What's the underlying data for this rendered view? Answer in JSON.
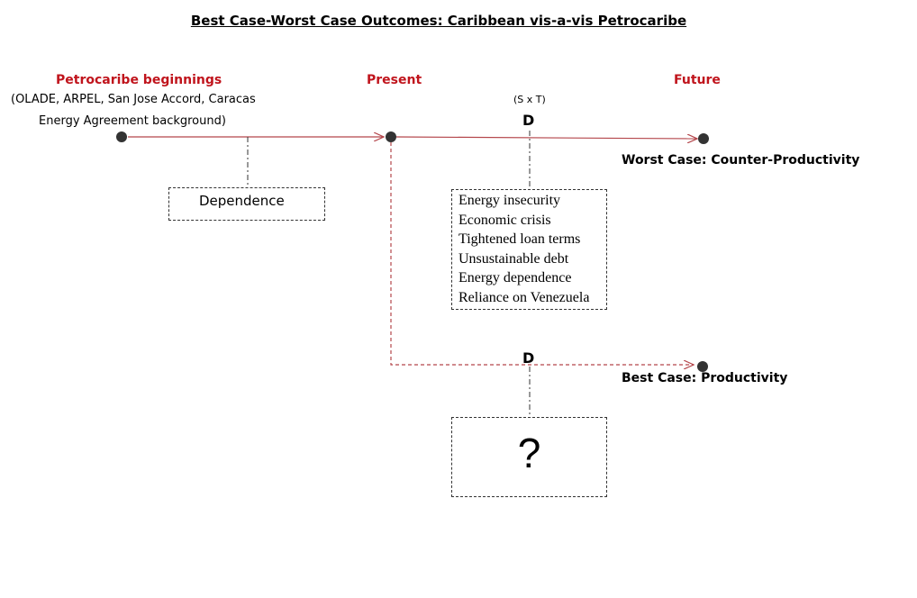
{
  "title": "Best Case-Worst Case Outcomes: Caribbean vis-a-vis Petrocaribe",
  "timeline": {
    "start_label": "Petrocaribe beginnings",
    "start_note_line1": "(OLADE, ARPEL, San Jose Accord, Caracas",
    "start_note_line2": "Energy Agreement background)",
    "present_label": "Present",
    "future_label": "Future",
    "sxt_label": "(S x T)",
    "d_upper": "D",
    "d_lower": "D"
  },
  "outcomes": {
    "worst": "Worst Case: Counter-Productivity",
    "best": "Best Case: Productivity"
  },
  "boxes": {
    "dependence": "Dependence",
    "worst_items": [
      "Energy insecurity",
      "Economic crisis",
      "Tightened loan terms",
      "Unsustainable debt",
      "Energy dependence",
      "Reliance on Venezuela"
    ],
    "best_unknown": "?"
  },
  "colors": {
    "accent_red": "#c0141c",
    "line_red": "#b4464b",
    "node": "#333333"
  }
}
